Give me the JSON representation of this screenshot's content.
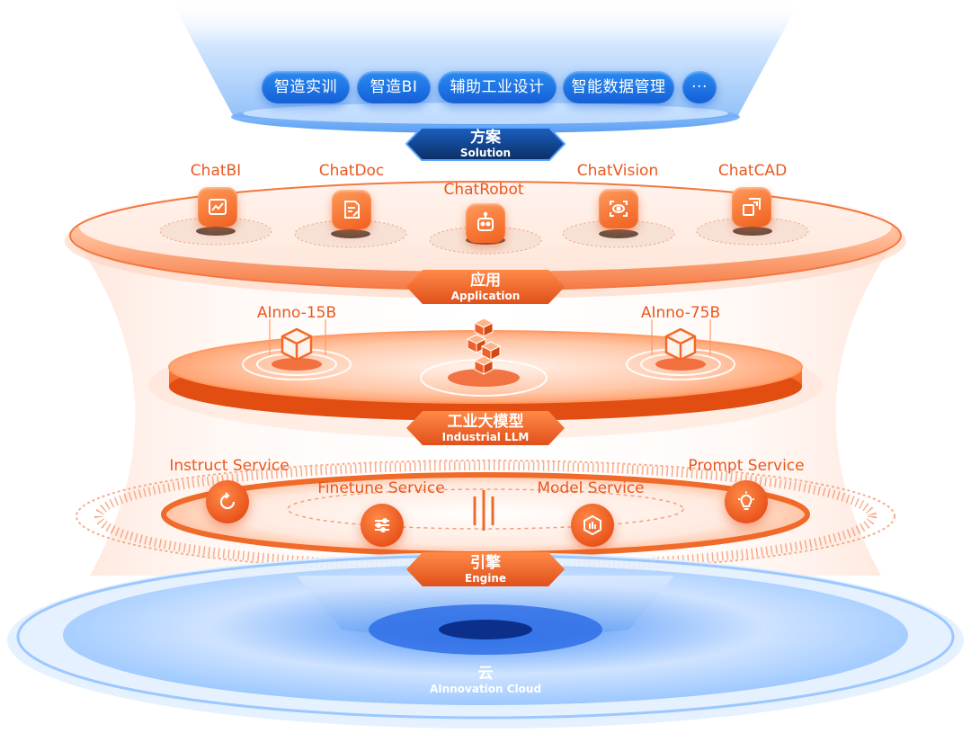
{
  "solution_layer": {
    "pills": [
      "智造实训",
      "智造BI",
      "辅助工业设计",
      "智能数据管理",
      "···"
    ],
    "badge": {
      "zh": "方案",
      "en": "Solution"
    }
  },
  "application_layer": {
    "apps": [
      {
        "label": "ChatBI",
        "icon": "chart-screen-icon"
      },
      {
        "label": "ChatDoc",
        "icon": "document-edit-icon"
      },
      {
        "label": "ChatRobot",
        "icon": "robot-icon"
      },
      {
        "label": "ChatVision",
        "icon": "eye-scan-icon"
      },
      {
        "label": "ChatCAD",
        "icon": "cad-resize-icon"
      }
    ],
    "badge": {
      "zh": "应用",
      "en": "Application"
    }
  },
  "llm_layer": {
    "models": [
      {
        "label": "AInno-15B",
        "icon": "cube-icon"
      },
      {
        "label": "AInno-75B",
        "icon": "cube-icon"
      }
    ],
    "center_icon": "stacked-cubes-icon",
    "badge": {
      "zh": "工业大模型",
      "en": "Industrial LLM"
    }
  },
  "engine_layer": {
    "services": [
      {
        "label": "Instruct Service",
        "icon": "refresh-icon"
      },
      {
        "label": "Finetune Service",
        "icon": "sliders-icon"
      },
      {
        "label": "Model Service",
        "icon": "chart-box-icon"
      },
      {
        "label": "Prompt Service",
        "icon": "lightbulb-icon"
      }
    ],
    "badge": {
      "zh": "引擎",
      "en": "Engine"
    }
  },
  "cloud_layer": {
    "badge": {
      "zh": "云",
      "en": "AInnovation Cloud"
    }
  },
  "colors": {
    "orange": "#f06a2a",
    "orange_dark": "#e2531a",
    "blue": "#1560d6",
    "navy": "#0d3a78"
  }
}
